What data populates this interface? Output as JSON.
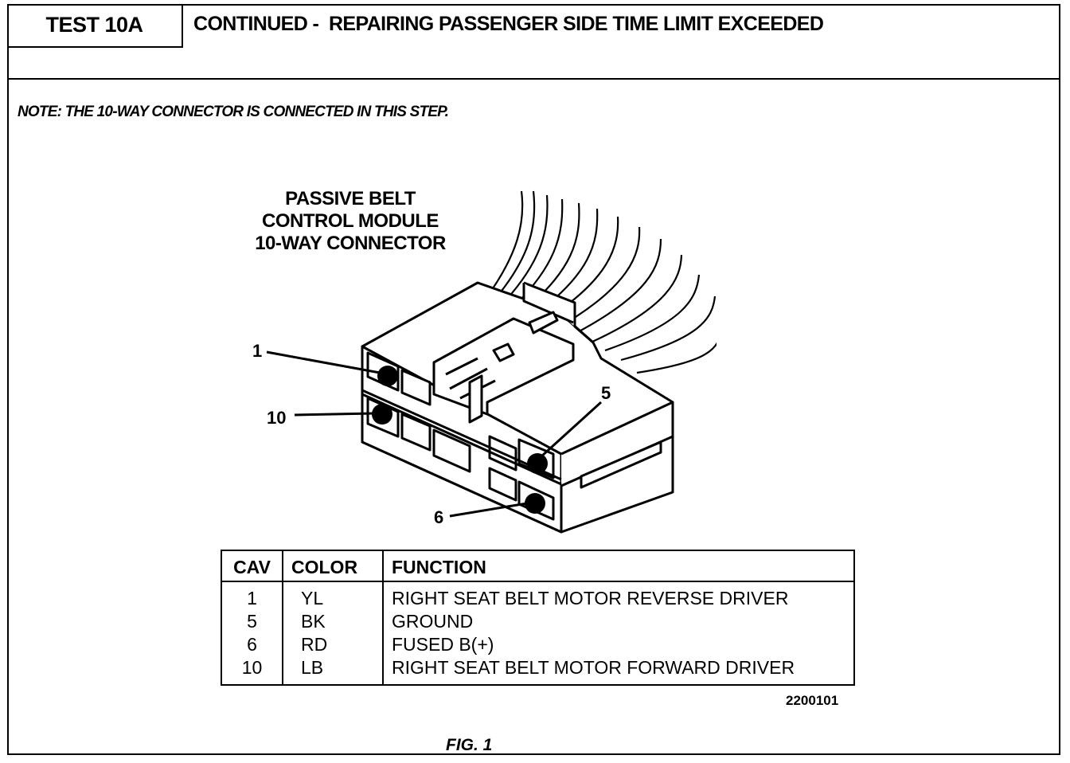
{
  "header": {
    "test_label": "TEST 10A",
    "title": "CONTINUED -  REPAIRING PASSENGER SIDE TIME LIMIT EXCEEDED"
  },
  "note": "NOTE: THE 10-WAY CONNECTOR IS CONNECTED IN THIS STEP.",
  "diagram": {
    "title_lines": [
      "PASSIVE BELT",
      "CONTROL MODULE",
      "10-WAY CONNECTOR"
    ],
    "callouts": [
      "1",
      "10",
      "5",
      "6"
    ]
  },
  "table": {
    "headers": [
      "CAV",
      "COLOR",
      "FUNCTION"
    ],
    "rows": [
      {
        "cav": "1",
        "color": "YL",
        "function": "RIGHT SEAT BELT MOTOR REVERSE DRIVER"
      },
      {
        "cav": "5",
        "color": "BK",
        "function": "GROUND"
      },
      {
        "cav": "6",
        "color": "RD",
        "function": "FUSED B(+)"
      },
      {
        "cav": "10",
        "color": "LB",
        "function": "RIGHT SEAT BELT MOTOR FORWARD DRIVER"
      }
    ]
  },
  "part_number": "2200101",
  "figure_label": "FIG. 1"
}
